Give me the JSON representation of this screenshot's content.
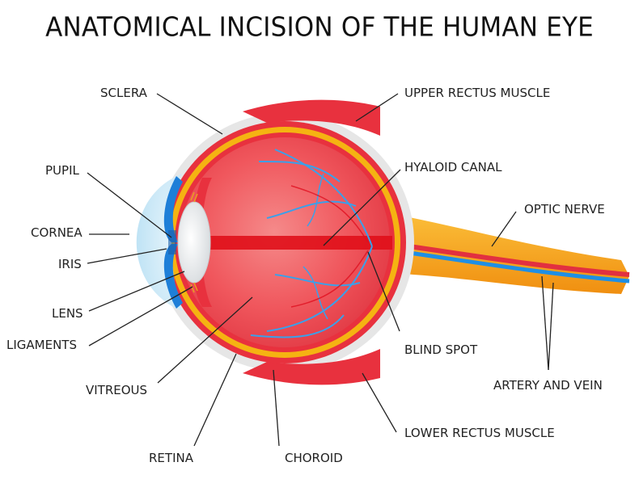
{
  "title": "ANATOMICAL INCISION OF THE HUMAN EYE",
  "labels": {
    "sclera": "SCLERA",
    "pupil": "PUPIL",
    "cornea": "CORNEA",
    "iris": "IRIS",
    "lens": "LENS",
    "ligaments": "LIGAMENTS",
    "vitreous": "VITREOUS",
    "retina": "RETINA",
    "choroid": "CHOROID",
    "upper_rectus_muscle": "UPPER RECTUS MUSCLE",
    "hyaloid_canal": "HYALOID CANAL",
    "optic_nerve": "OPTIC NERVE",
    "blind_spot": "BLIND SPOT",
    "artery_and_vein": "ARTERY AND VEIN",
    "lower_rectus_muscle": "LOWER RECTUS MUSCLE"
  },
  "colors": {
    "sclera": "#e8e8e8",
    "muscle": "#e8313e",
    "retina_yellow": "#f5b312",
    "nerve": "#f7a21b",
    "vitreous": "#f0555b",
    "canal": "#e0101a",
    "iris": "#1e7fd8",
    "cornea": "#cfe9f7",
    "vessel_blue": "#3aa0ea"
  }
}
